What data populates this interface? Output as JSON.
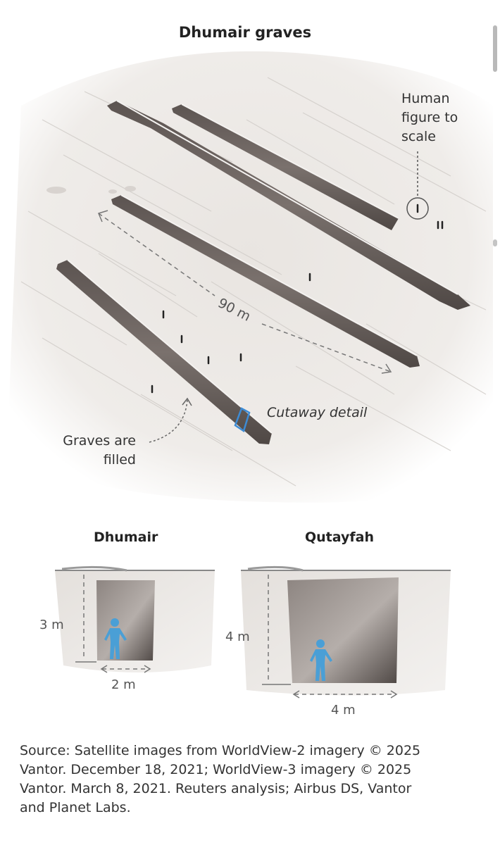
{
  "title": "Dhumair graves",
  "labels": {
    "human_scale": [
      "Human",
      "figure to",
      "scale"
    ],
    "distance": "90 m",
    "cutaway": "Cutaway detail",
    "graves_filled": [
      "Graves are",
      "filled"
    ]
  },
  "cross_sections": [
    {
      "name": "Dhumair",
      "depth": "3 m",
      "width": "2 m"
    },
    {
      "name": "Qutayfah",
      "depth": "4 m",
      "width": "4 m"
    }
  ],
  "source_lines": [
    "Source: Satellite images from WorldView-2 imagery © 2025",
    "Vantor. December 18, 2021; WorldView-3 imagery © 2025",
    "Vantor. March 8, 2021. Reuters analysis; Airbus DS, Vantor",
    "and Planet Labs."
  ],
  "colors": {
    "terrain": "#eeebe7",
    "trench": "#6e6562",
    "trench_dark": "#4d4542",
    "highlight": "#3d8bd4",
    "figure": "#4a9fd6"
  }
}
